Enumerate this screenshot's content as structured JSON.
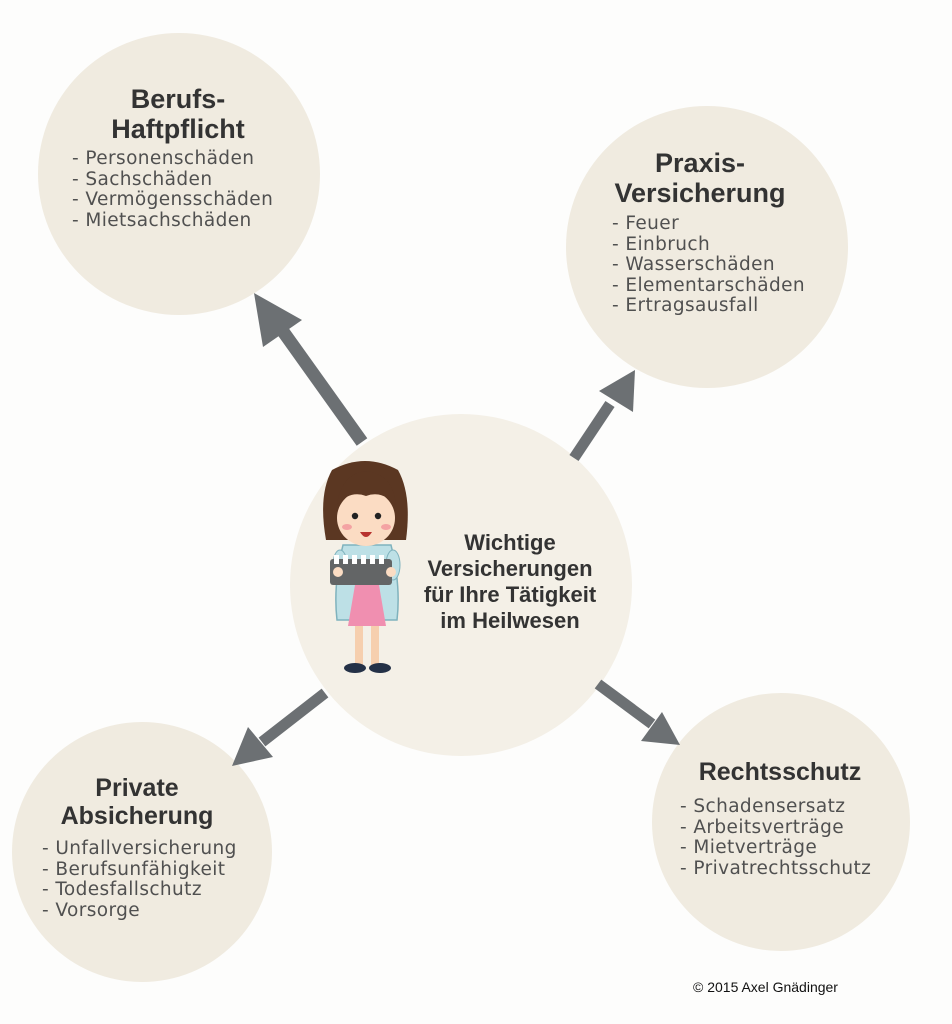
{
  "center": {
    "title_lines": [
      "Wichtige",
      "Versicherungen",
      "für Ihre Tätigkeit",
      "im Heilwesen"
    ]
  },
  "nodes": {
    "berufshaftpflicht": {
      "title_lines": [
        "Berufs-",
        "Haftpflicht"
      ],
      "items": [
        "- Personenschäden",
        "- Sachschäden",
        "- Vermögensschäden",
        "- Mietsachschäden"
      ]
    },
    "praxisversicherung": {
      "title_lines": [
        "Praxis-",
        "Versicherung"
      ],
      "items": [
        "- Feuer",
        "- Einbruch",
        "- Wasserschäden",
        "- Elementarschäden",
        "- Ertragsausfall"
      ]
    },
    "private_absicherung": {
      "title_lines": [
        "Private",
        "Absicherung"
      ],
      "items": [
        "- Unfallversicherung",
        "- Berufsunfähigkeit",
        "- Todesfallschutz",
        "- Vorsorge"
      ]
    },
    "rechtsschutz": {
      "title_lines": [
        "Rechtsschutz"
      ],
      "items": [
        "- Schadensersatz",
        "- Arbeitsverträge",
        "- Mietverträge",
        "- Privatrechtsschutz"
      ]
    }
  },
  "illustration": {
    "icon": "doctor-with-clipboard-icon"
  },
  "copyright": "© 2015 Axel Gnädinger",
  "colors": {
    "circle_fill": "#f0ebe0",
    "arrow": "#6c7073",
    "title_text": "#333333",
    "item_text": "#505050"
  }
}
